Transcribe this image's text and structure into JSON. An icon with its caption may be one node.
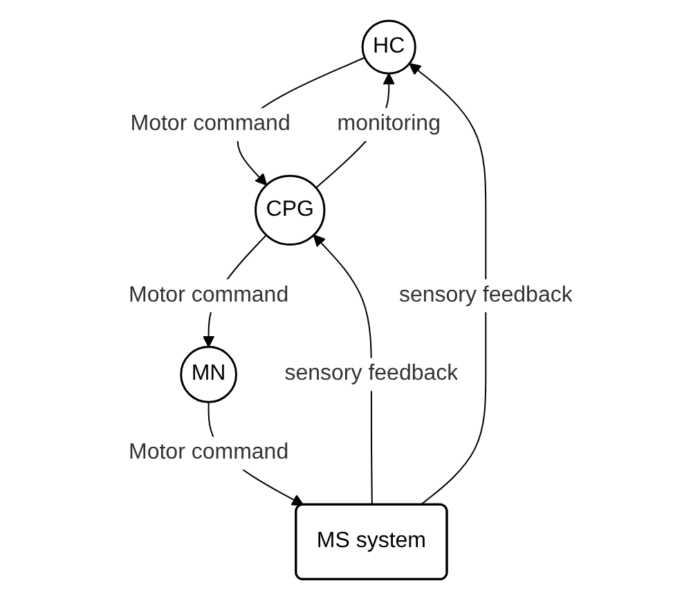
{
  "diagram": {
    "nodes": [
      {
        "text": [
          "HC"
        ]
      },
      {
        "text": [
          "CPG"
        ]
      },
      {
        "text": [
          "MN"
        ]
      },
      {
        "text": [
          "MS system"
        ]
      }
    ],
    "edges": [
      {
        "from": 1,
        "to": 0,
        "arrow": "to",
        "label": "monitoring"
      },
      {
        "from": 0,
        "to": 1,
        "arrow": "to",
        "label": "Motor command"
      },
      {
        "from": 1,
        "to": 2,
        "arrow": "to",
        "label": "Motor command"
      },
      {
        "from": 2,
        "to": 3,
        "arrow": "to",
        "label": "Motor command"
      },
      {
        "from": 3,
        "to": 0,
        "arrow": "to",
        "label": "sensory feedback"
      },
      {
        "from": 3,
        "to": 1,
        "arrow": "to",
        "label": "sensory feedback"
      }
    ]
  }
}
